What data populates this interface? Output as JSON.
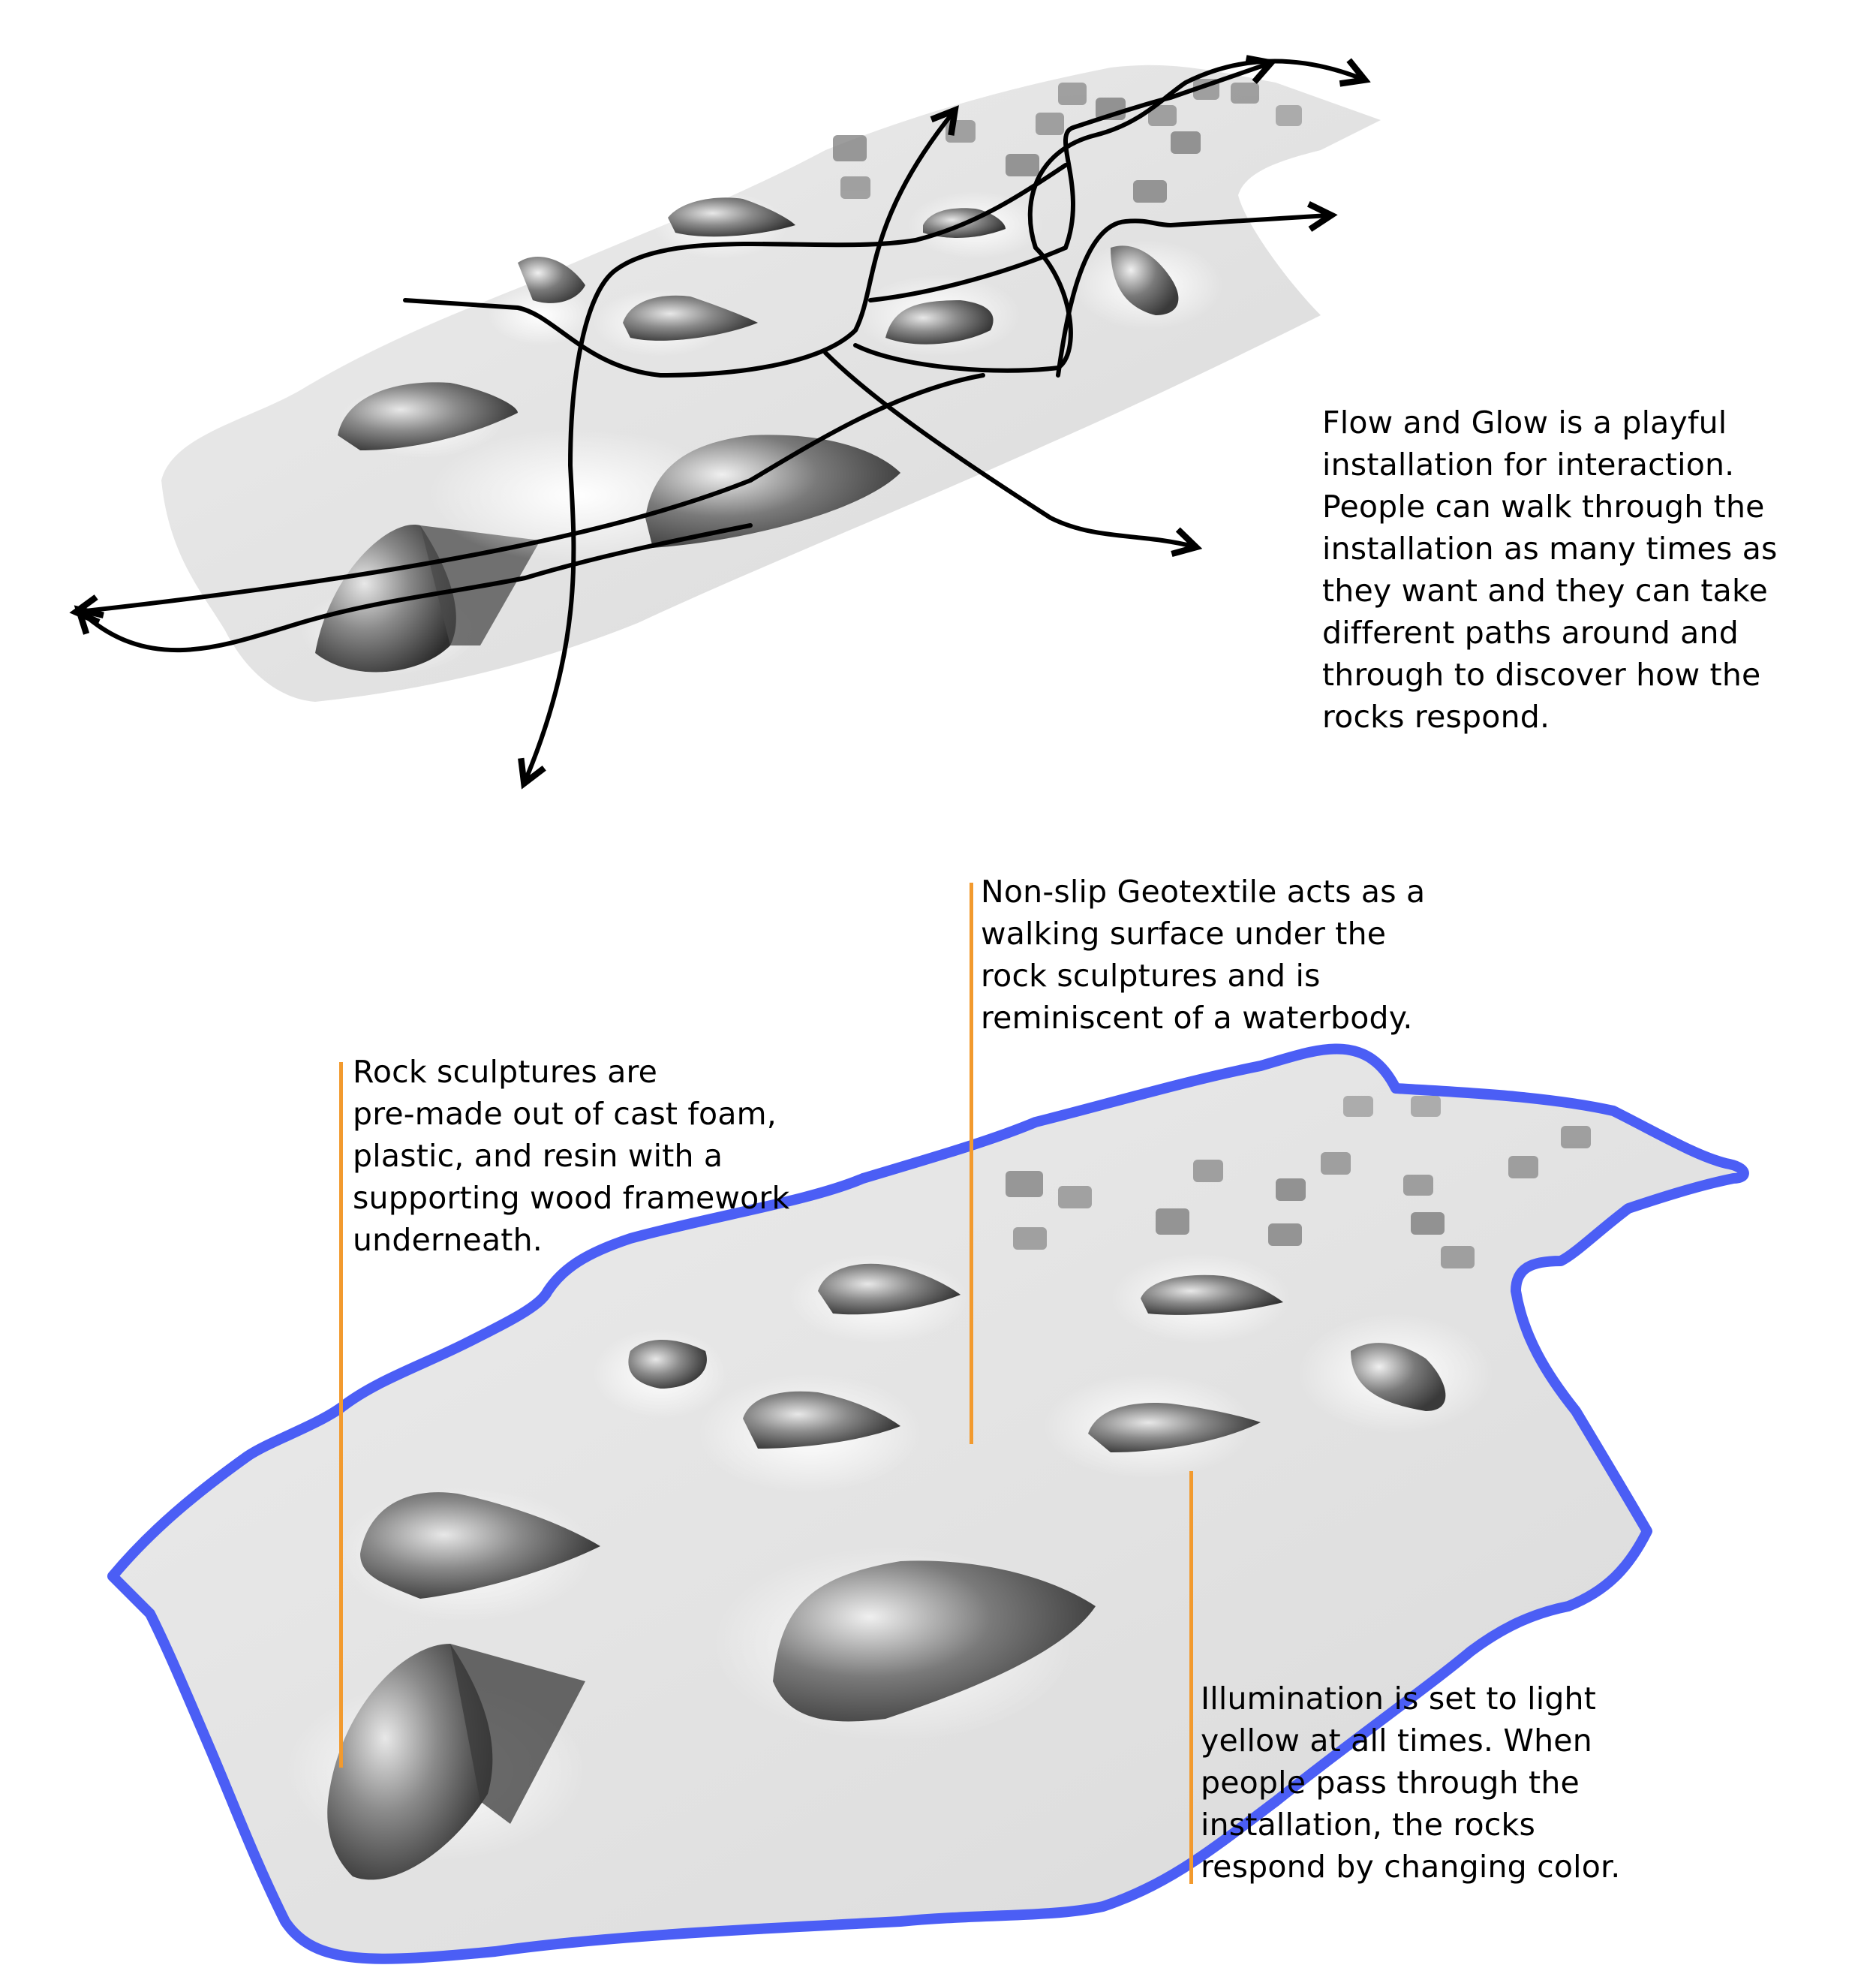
{
  "intro": {
    "text": "Flow and Glow is a playful\ninstallation for interaction.\nPeople can walk through the\ninstallation as many times as\nthey want and they can take\ndifferent paths around and\nthrough to discover how the\nrocks respond."
  },
  "top_diagram": {
    "label": "Plan view of installation with visitor path arrows",
    "path_count": 7,
    "path_color": "#000000"
  },
  "bottom_diagram": {
    "label": "Installation with geotextile outline and annotations",
    "outline_color": "#4b5ef5",
    "leader_color": "#f29a2e",
    "annotations": {
      "geotextile": "Non-slip Geotextile acts as a\nwalking surface under the\nrock sculptures and is\nreminiscent of a waterbody.",
      "rock_sculptures": "Rock sculptures are\npre-made out of cast foam,\nplastic, and resin with a\nsupporting wood framework\nunderneath.",
      "illumination": "Illumination is set to light\nyellow at all times. When\npeople pass through the\ninstallation, the rocks\nrespond by changing color."
    }
  }
}
